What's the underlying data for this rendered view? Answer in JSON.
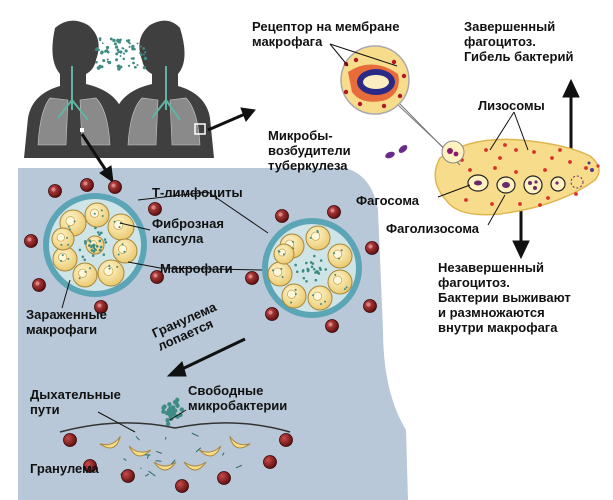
{
  "labels": {
    "receptor": [
      "Рецептор на мембране",
      "макрофага"
    ],
    "complete": [
      "Завершенный",
      "фагоцитоз.",
      "Гибель бактерий"
    ],
    "lysosomes": "Лизосомы",
    "microbes": [
      "Микробы-",
      "возбудители",
      "туберкулеза"
    ],
    "phagosome": "Фагосома",
    "phagolysosome": "Фаголизосома",
    "incomplete": [
      "Незавершенный",
      "фагоцитоз.",
      "Бактерии выживают",
      "и размножаются",
      "внутри макрофага"
    ],
    "t_lymph": "Т-лимфоциты",
    "fibrous": [
      "Фиброзная",
      "капсула"
    ],
    "macrophages": "Макрофаги",
    "infected": [
      "Зараженные",
      "макрофаги"
    ],
    "granuloma_bursts": [
      "Гранулема",
      "лопается"
    ],
    "airways": [
      "Дыхательные",
      "пути"
    ],
    "free_bacteria": [
      "Свободные",
      "микробактерии"
    ],
    "granuloma": "Гранулема"
  },
  "colors": {
    "human": "#3f3f3f",
    "panel": "#b9c8d8",
    "macrophage": "#f7dc8c",
    "lysosome": "#d9312b",
    "capsule": "#4a9fb0",
    "lymphocyte": "#8b1a1a",
    "bacteria": "#3e8c84",
    "nucleus": "#2a2a86"
  }
}
